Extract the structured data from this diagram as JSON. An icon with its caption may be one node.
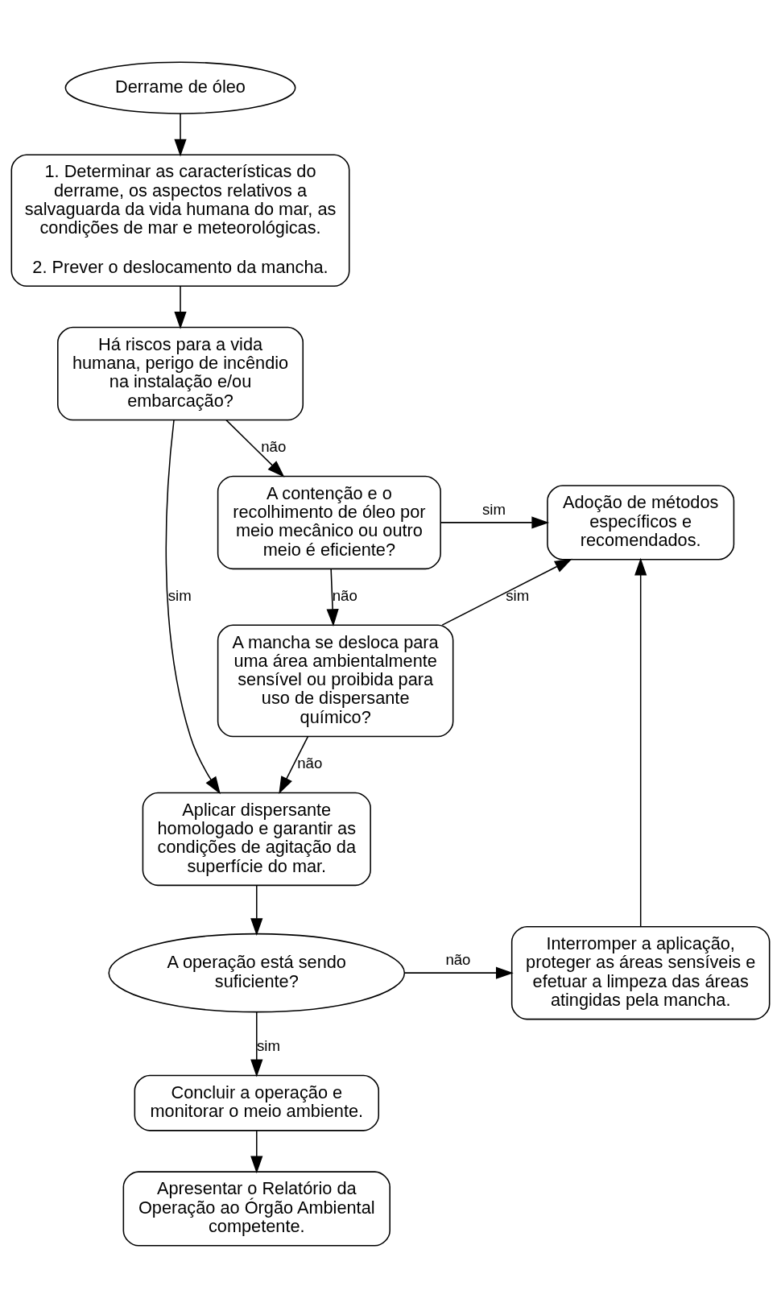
{
  "diagram": {
    "nodes": [
      {
        "text": [
          "Derrame de óleo"
        ]
      },
      {
        "text": [
          "1. Determinar as características do derrame, os aspectos relativos a salvaguarda da vida humana do mar, as condições de mar e meteorológicas.",
          "2. Prever o deslocamento da mancha."
        ]
      },
      {
        "text": [
          "Há riscos para a vida humana, perigo de incêndio na instalação e/ou embarcação?"
        ]
      },
      {
        "text": [
          "A contenção e o recolhimento de óleo por meio mecânico ou outro meio é eficiente?"
        ]
      },
      {
        "text": [
          "Adoção de métodos específicos e recomendados."
        ]
      },
      {
        "text": [
          "A mancha se desloca para uma área ambientalmente sensível ou proibida para uso de dispersante químico?"
        ]
      },
      {
        "text": [
          "Aplicar dispersante homologado e garantir as condições de agitação da superfície do mar."
        ]
      },
      {
        "text": [
          "A operação está sendo suficiente?"
        ]
      },
      {
        "text": [
          "Interromper a aplicação, proteger as áreas sensíveis e efetuar a limpeza das áreas atingidas pela mancha."
        ]
      },
      {
        "text": [
          "Concluir a operação e monitorar o meio ambiente."
        ]
      },
      {
        "text": [
          "Apresentar o Relatório da Operação ao Órgão Ambiental competente."
        ]
      }
    ],
    "edges": [
      {
        "from": 0,
        "to": 1,
        "arrow": "to"
      },
      {
        "from": 1,
        "to": 2,
        "arrow": "to"
      },
      {
        "from": 2,
        "to": 6,
        "label": "sim",
        "arrow": "to"
      },
      {
        "from": 2,
        "to": 3,
        "label": "não",
        "arrow": "to"
      },
      {
        "from": 3,
        "to": 4,
        "label": "sim",
        "arrow": "to"
      },
      {
        "from": 3,
        "to": 5,
        "label": "não",
        "arrow": "to"
      },
      {
        "from": 5,
        "to": 4,
        "label": "sim",
        "arrow": "to"
      },
      {
        "from": 5,
        "to": 6,
        "label": "não",
        "arrow": "to"
      },
      {
        "from": 6,
        "to": 7,
        "arrow": "to"
      },
      {
        "from": 7,
        "to": 8,
        "label": "não",
        "arrow": "to"
      },
      {
        "from": 8,
        "to": 4,
        "arrow": "to"
      },
      {
        "from": 7,
        "to": 9,
        "label": "sim",
        "arrow": "to"
      },
      {
        "from": 9,
        "to": 10,
        "arrow": "to"
      }
    ]
  }
}
